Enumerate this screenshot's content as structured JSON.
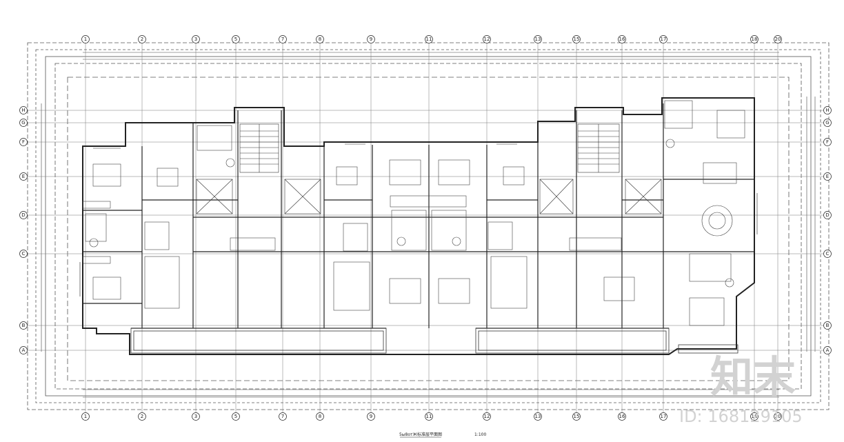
{
  "axes": {
    "column_labels": [
      "1",
      "2",
      "3",
      "5",
      "7",
      "8",
      "9",
      "11",
      "12",
      "13",
      "15",
      "16",
      "17",
      "18",
      "20"
    ],
    "row_labels": [
      "H",
      "G",
      "F",
      "E",
      "D",
      "C",
      "B",
      "A"
    ]
  },
  "drawing": {
    "title": "5ы8отЖ标准层平面图",
    "scale": "1:100"
  },
  "watermark": {
    "logo_text": "知末",
    "id_text": "ID: 168129105"
  },
  "colors": {
    "line": "#222222",
    "dashed": "#555555",
    "watermark": "#d2d2d2",
    "background": "#ffffff"
  }
}
